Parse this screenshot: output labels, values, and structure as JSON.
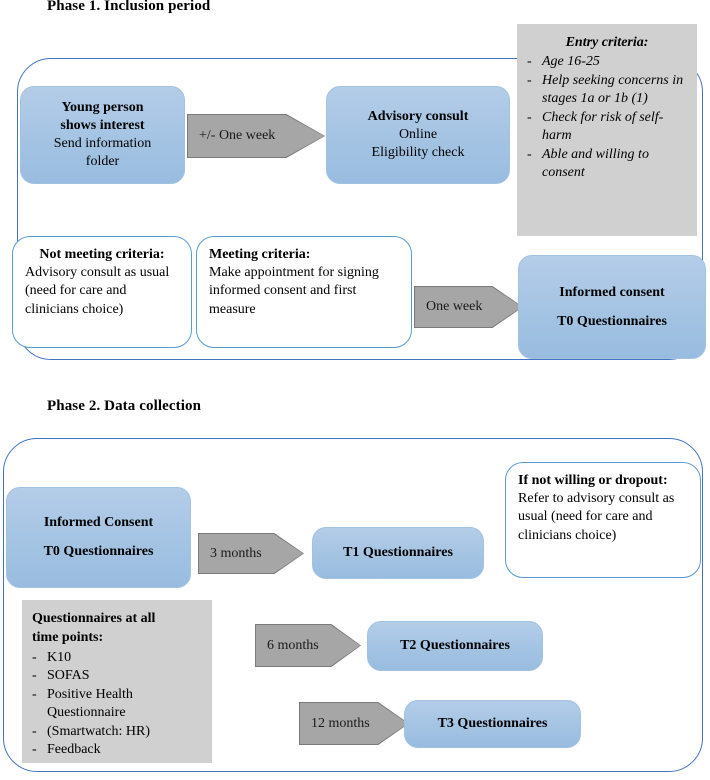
{
  "phase1": {
    "title": "Phase 1. Inclusion period",
    "boxes": {
      "young_person": {
        "line1": "Young person",
        "line2": "shows interest",
        "line3": "Send information",
        "line4": "folder"
      },
      "advisory_consult": {
        "line1": "Advisory consult",
        "line2": "Online",
        "line3": "Eligibility check"
      },
      "not_meeting": {
        "header": "Not meeting criteria:",
        "body": "Advisory consult as usual (need for care and clinicians choice)"
      },
      "meeting": {
        "header": "Meeting criteria:",
        "body": "Make appointment for signing informed consent and first measure"
      },
      "informed_consent": {
        "line1": "Informed consent",
        "line2": "T0 Questionnaires"
      }
    },
    "entry_criteria": {
      "title": "Entry criteria:",
      "items": [
        "Age 16-25",
        "Help seeking concerns in stages 1a or 1b (1)",
        "Check for risk of self-harm",
        "Able and willing to consent"
      ]
    },
    "arrows": {
      "one_week_plusminus": "+/- One week",
      "one_week": "One week"
    }
  },
  "phase2": {
    "title": "Phase 2. Data collection",
    "boxes": {
      "informed_consent": {
        "line1": "Informed Consent",
        "line2": "T0 Questionnaires"
      },
      "t1": {
        "label": "T1 Questionnaires"
      },
      "t2": {
        "label": "T2 Questionnaires"
      },
      "t3": {
        "label": "T3 Questionnaires"
      },
      "dropout": {
        "header": "If not willing or dropout:",
        "body": "Refer to advisory consult as usual (need for care and clinicians choice)"
      }
    },
    "questionnaires_note": {
      "title_line1": "Questionnaires at all",
      "title_line2": "time points:",
      "items": [
        "K10",
        "SOFAS",
        "Positive Health Questionnaire",
        "(Smartwatch: HR)",
        "Feedback"
      ]
    },
    "arrows": {
      "three_months": "3 months",
      "six_months": "6 months",
      "twelve_months": "12 months"
    }
  },
  "colors": {
    "box_blue": "#A7C5E4",
    "outline_blue": "#4472C4",
    "arrow_gray": "#A6A6A6",
    "note_gray": "#D0D0D0",
    "text": "#000000"
  },
  "bullet_dash": "-"
}
